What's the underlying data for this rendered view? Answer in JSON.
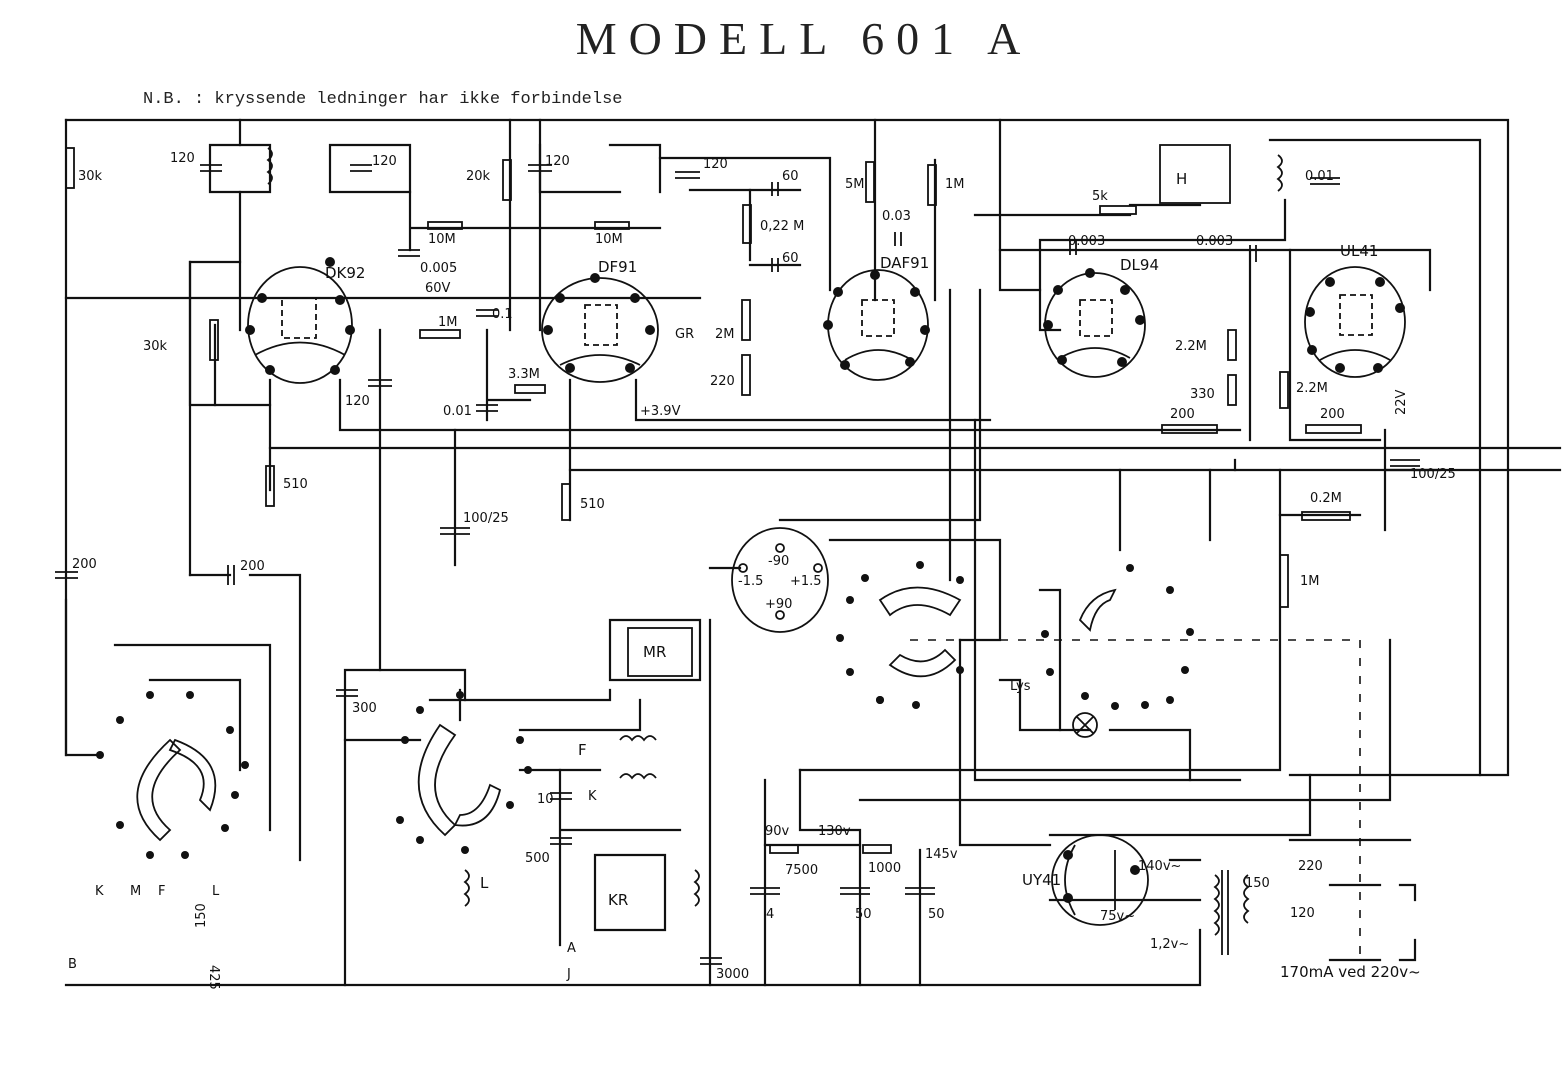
{
  "title": "MODELL 601 A",
  "note": "N.B. : kryssende ledninger har ikke forbindelse",
  "tubes": [
    {
      "id": "DK92",
      "label": "DK92"
    },
    {
      "id": "DF91",
      "label": "DF91"
    },
    {
      "id": "DAF91",
      "label": "DAF91"
    },
    {
      "id": "DL94",
      "label": "DL94"
    },
    {
      "id": "UL41",
      "label": "UL41"
    },
    {
      "id": "UY41",
      "label": "UY41"
    }
  ],
  "components": {
    "r_30k_top": "30k",
    "c_120_a": "120",
    "c_120_b": "120",
    "r_20k": "20k",
    "c_120_c": "120",
    "c_120_d": "120",
    "c_60_a": "60",
    "c_60_b": "60",
    "r_022M": "0,22 M",
    "r_5M": "5M",
    "r_1M_top": "1M",
    "c_003": "0.03",
    "r_10M_a": "10M",
    "r_10M_b": "10M",
    "c_0005": "0.005",
    "v_60V": "60V",
    "r_1M_mid": "1M",
    "c_01": "0.1",
    "r_33M": "3.3M",
    "c_001": "0.01",
    "v_39V": "+3.9V",
    "r_30k_left": "30k",
    "c_120_e": "120",
    "r_510_a": "510",
    "r_510_b": "510",
    "c_100_25_a": "100/25",
    "gr": "GR",
    "pot_2M": "2M",
    "r_220": "220",
    "r_5k": "5k",
    "speaker": "H",
    "c_001_out": "0.01",
    "c_0003_a": "0.003",
    "c_0003_b": "0.003",
    "r_22M_a": "2.2M",
    "r_330": "330",
    "r_200_a": "200",
    "r_22M_b": "2.2M",
    "r_200_b": "200",
    "v_22V": "22V",
    "c_100_25_b": "100/25",
    "r_02M": "0.2M",
    "r_1M_low": "1M",
    "c_200_a": "200",
    "c_200_b": "200",
    "c_300": "300",
    "mr": "MR",
    "kr": "KR",
    "coil_F": "F",
    "coil_K": "K",
    "c_10": "10",
    "c_500": "500",
    "ant_A": "A",
    "ant_J": "J",
    "c_3000": "3000",
    "coil_L": "L",
    "band_K": "K",
    "band_M": "M",
    "band_F": "F",
    "band_L": "L",
    "c_B": "B",
    "c_425": "425",
    "c_150": "150",
    "batt_m90": "-90",
    "batt_m15": "-1.5",
    "batt_p15": "+1.5",
    "batt_p90": "+90",
    "lys": "Lys",
    "v_90v": "90v",
    "v_130v": "130v",
    "r_7500": "7500",
    "r_1000": "1000",
    "v_145v": "145v",
    "c_4": "4",
    "c_50_a": "50",
    "c_50_b": "50",
    "v_140": "140v~",
    "v_75": "75v~",
    "v_12": "1,2v~",
    "t_220": "220",
    "t_150": "150",
    "t_120": "120",
    "mains_note": "170mA ved 220v~"
  }
}
